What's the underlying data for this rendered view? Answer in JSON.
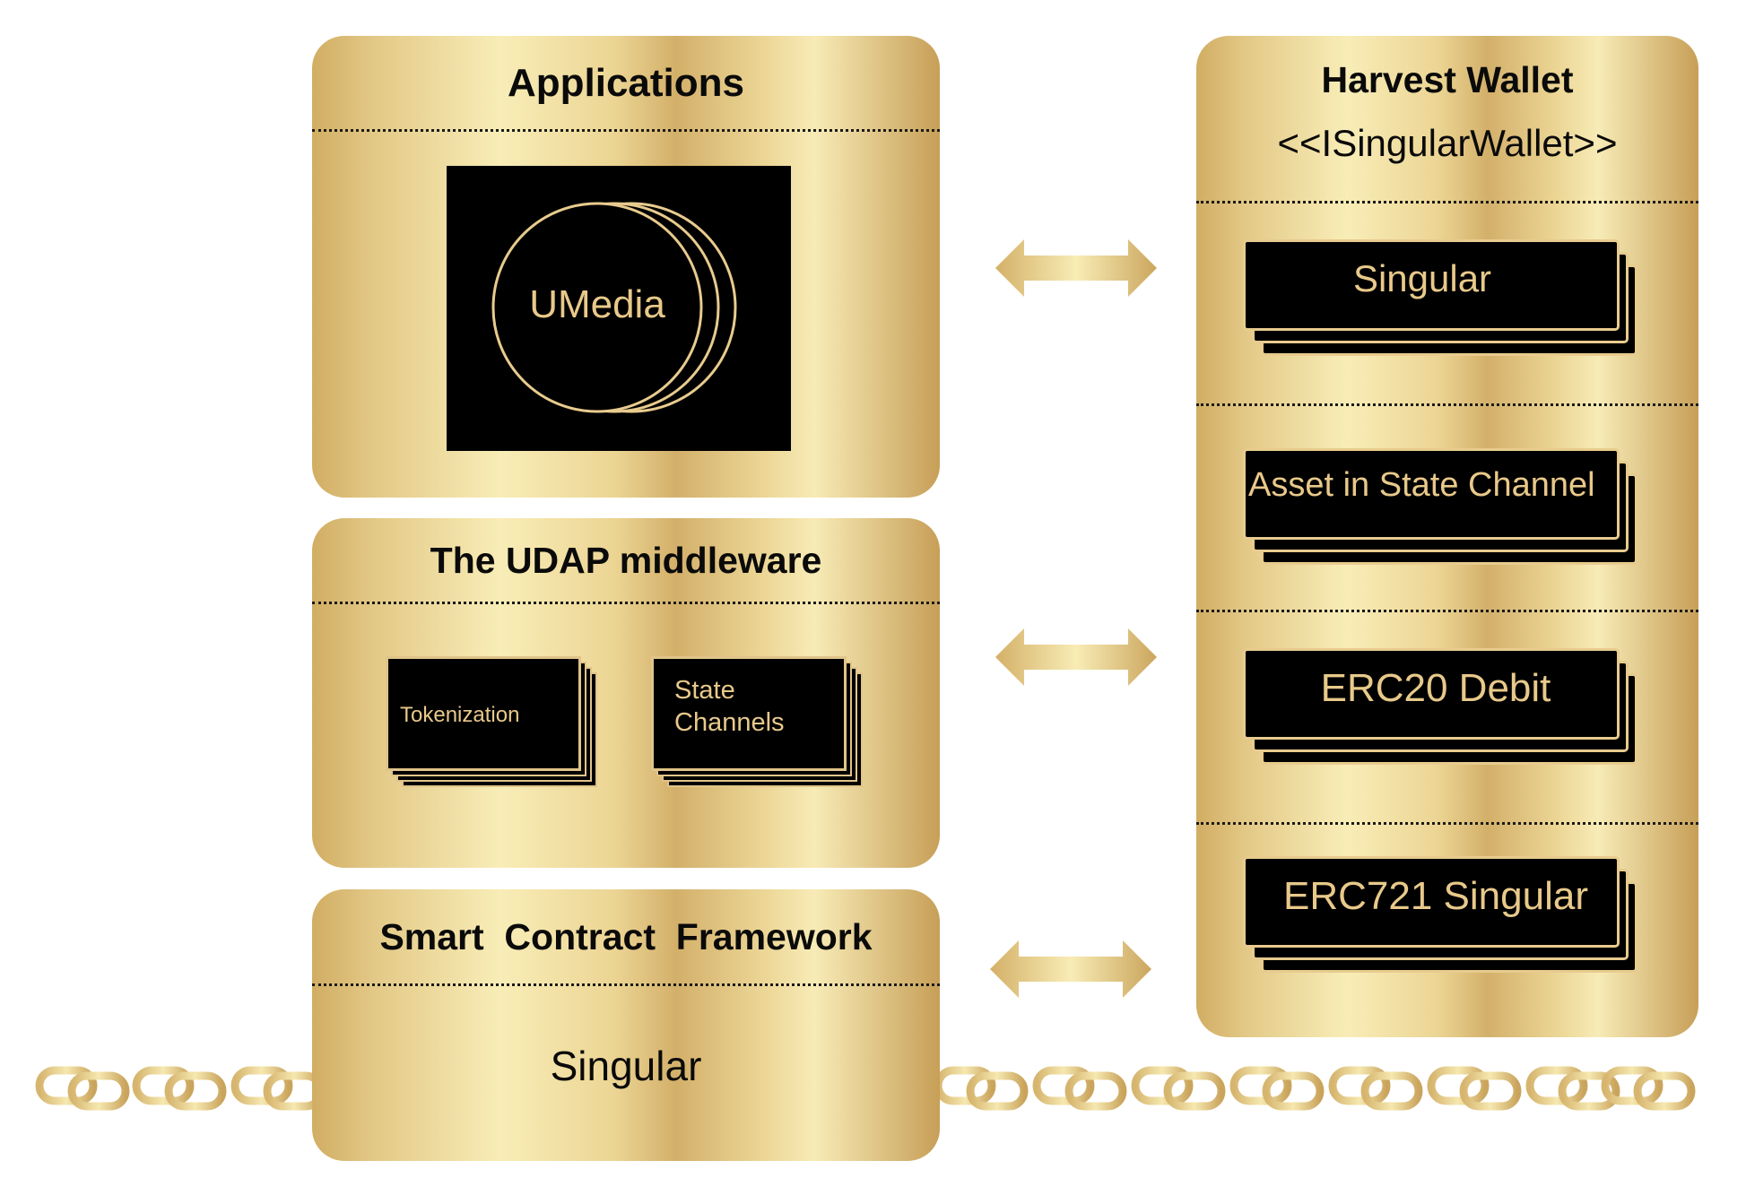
{
  "applications": {
    "title": "Applications",
    "umedia_label": "UMedia"
  },
  "middleware": {
    "title": "The UDAP middleware",
    "tokenization_label": "Tokenization",
    "state_channels_line1": "State",
    "state_channels_line2": "Channels"
  },
  "framework": {
    "title": "Smart  Contract  Framework",
    "content_label": "Singular"
  },
  "wallet": {
    "title": "Harvest Wallet",
    "interface_label": "<<ISingularWallet>>",
    "items": [
      {
        "label": "Singular"
      },
      {
        "label": "Asset in State Channel"
      },
      {
        "label": "ERC20 Debit"
      },
      {
        "label": "ERC721 Singular"
      }
    ]
  },
  "colors": {
    "gold_light": "#f8edb7",
    "gold_dark": "#c79f58",
    "box_fill": "#000000",
    "box_text": "#e8c98a"
  },
  "icons": [
    "double-arrow-icon",
    "chain-link-icon",
    "stacked-circles-icon"
  ]
}
